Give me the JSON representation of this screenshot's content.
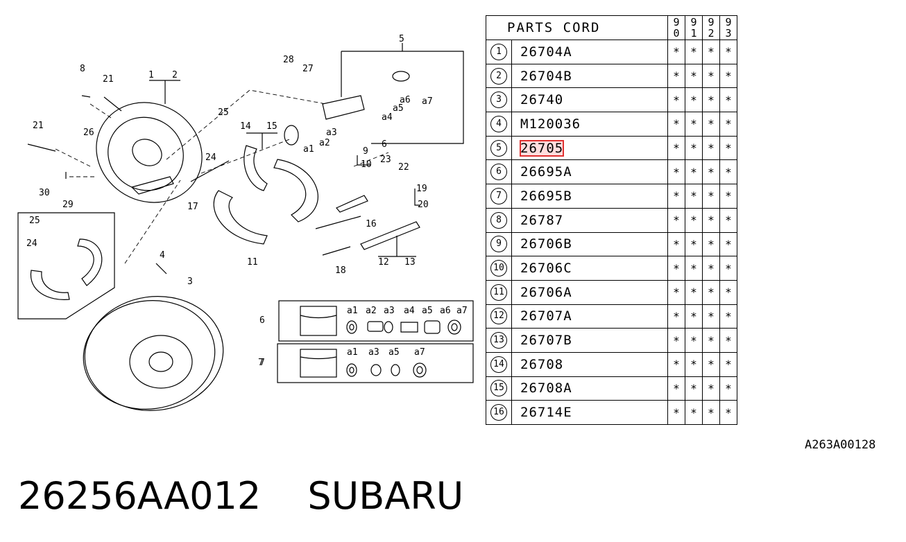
{
  "diagram": {
    "callouts": [
      "1",
      "2",
      "3",
      "4",
      "5",
      "6",
      "7",
      "8",
      "9",
      "10",
      "11",
      "12",
      "13",
      "14",
      "15",
      "16",
      "17",
      "18",
      "19",
      "20",
      "21",
      "21",
      "22",
      "23",
      "24",
      "24",
      "25",
      "25",
      "26",
      "27",
      "28",
      "29",
      "30"
    ],
    "subparts": [
      "a1",
      "a2",
      "a3",
      "a4",
      "a5",
      "a6",
      "a7"
    ],
    "kit6_parts": [
      "a1",
      "a2",
      "a3",
      "a4",
      "a5",
      "a6",
      "a7"
    ],
    "kit7_parts": [
      "a1",
      "a3",
      "a5",
      "a7"
    ],
    "kit6_label": "6",
    "kit7_label": "7"
  },
  "table": {
    "header_code": "PARTS CORD",
    "years": [
      [
        "9",
        "0"
      ],
      [
        "9",
        "1"
      ],
      [
        "9",
        "2"
      ],
      [
        "9",
        "3"
      ]
    ],
    "highlight_color": "#e03030",
    "rows": [
      {
        "no": "1",
        "code": "26704A",
        "marks": [
          "*",
          "*",
          "*",
          "*"
        ]
      },
      {
        "no": "2",
        "code": "26704B",
        "marks": [
          "*",
          "*",
          "*",
          "*"
        ]
      },
      {
        "no": "3",
        "code": "26740",
        "marks": [
          "*",
          "*",
          "*",
          "*"
        ]
      },
      {
        "no": "4",
        "code": "M120036",
        "marks": [
          "*",
          "*",
          "*",
          "*"
        ]
      },
      {
        "no": "5",
        "code": "26705",
        "marks": [
          "*",
          "*",
          "*",
          "*"
        ],
        "highlight": true
      },
      {
        "no": "6",
        "code": "26695A",
        "marks": [
          "*",
          "*",
          "*",
          "*"
        ]
      },
      {
        "no": "7",
        "code": "26695B",
        "marks": [
          "*",
          "*",
          "*",
          "*"
        ]
      },
      {
        "no": "8",
        "code": "26787",
        "marks": [
          "*",
          "*",
          "*",
          "*"
        ]
      },
      {
        "no": "9",
        "code": "26706B",
        "marks": [
          "*",
          "*",
          "*",
          "*"
        ]
      },
      {
        "no": "10",
        "code": "26706C",
        "marks": [
          "*",
          "*",
          "*",
          "*"
        ]
      },
      {
        "no": "11",
        "code": "26706A",
        "marks": [
          "*",
          "*",
          "*",
          "*"
        ]
      },
      {
        "no": "12",
        "code": "26707A",
        "marks": [
          "*",
          "*",
          "*",
          "*"
        ]
      },
      {
        "no": "13",
        "code": "26707B",
        "marks": [
          "*",
          "*",
          "*",
          "*"
        ]
      },
      {
        "no": "14",
        "code": "26708",
        "marks": [
          "*",
          "*",
          "*",
          "*"
        ]
      },
      {
        "no": "15",
        "code": "26708A",
        "marks": [
          "*",
          "*",
          "*",
          "*"
        ]
      },
      {
        "no": "16",
        "code": "26714E",
        "marks": [
          "*",
          "*",
          "*",
          "*"
        ]
      }
    ]
  },
  "reference_code": "A263A00128",
  "footer": {
    "part_number": "26256AA012",
    "brand": "SUBARU"
  }
}
